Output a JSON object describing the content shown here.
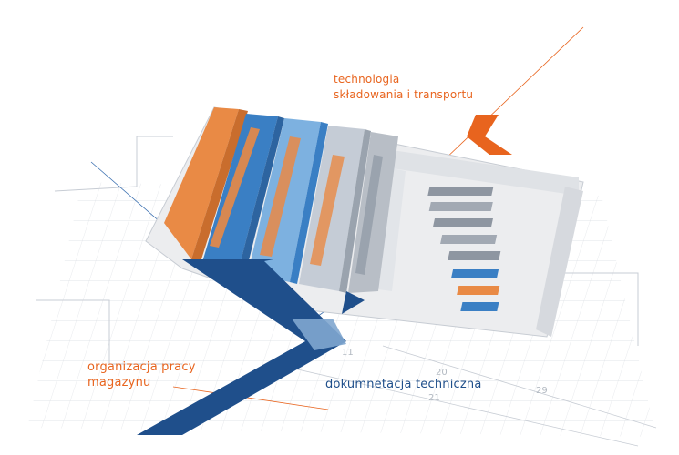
{
  "labels": {
    "storage_technology": [
      "technologia",
      "składowania i transportu"
    ],
    "work_organization": [
      "organizacja pracy",
      "magazynu"
    ],
    "technical_documentation": "dokumnetacja techniczna"
  },
  "blueprint_numbers": [
    "11",
    "20",
    "21",
    "29"
  ],
  "colors": {
    "orange_accent": "#e8641e",
    "navy_accent": "#1f4f8b",
    "rack_orange": "#e98a45",
    "rack_blue": "#3a7fc4",
    "rack_gray": "#b8bec6",
    "floor": "#ecedef"
  },
  "icons": [
    "orange-chevron-icon",
    "navy-chevron-icon"
  ]
}
